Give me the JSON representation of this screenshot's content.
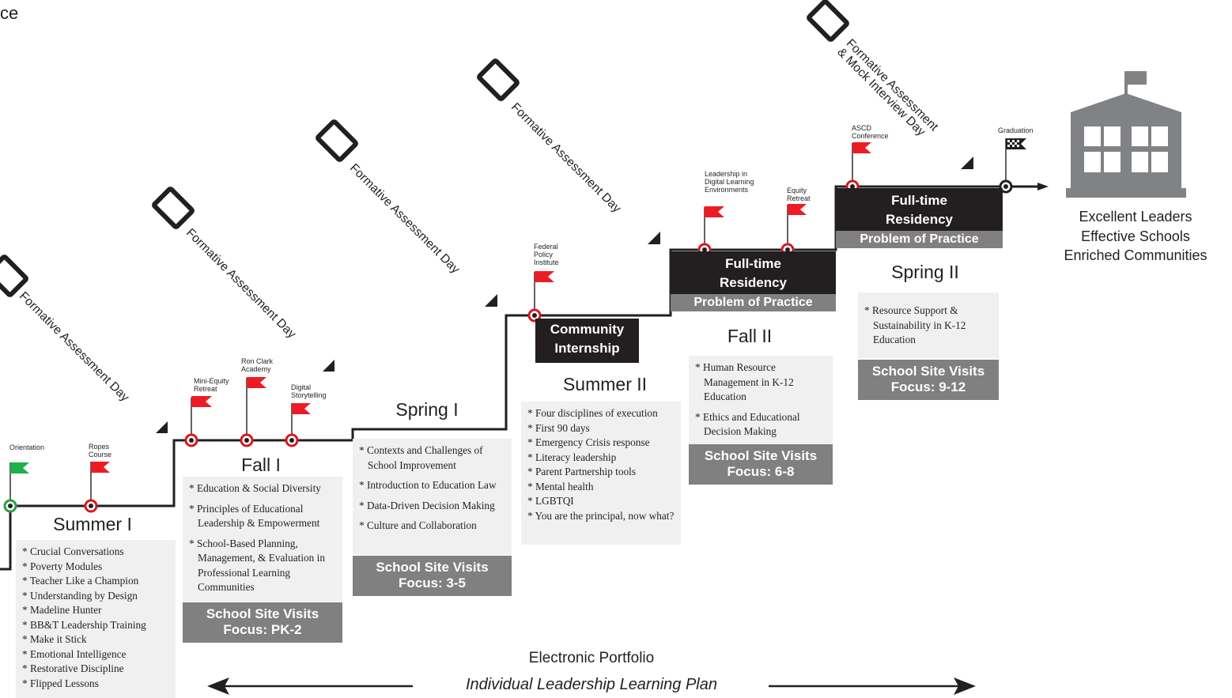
{
  "header_fragment": "ce",
  "assessment_label": "Formative Assessment Day",
  "final_assessment": {
    "line1": "Formative Assessment",
    "line2": "& Mock Interview Day"
  },
  "terms": {
    "summer1": "Summer I",
    "fall1": "Fall I",
    "spring1": "Spring I",
    "summer2": "Summer II",
    "fall2": "Fall II",
    "spring2": "Spring II"
  },
  "milestones": {
    "orientation": "Orientation",
    "ropes": "Ropes Course",
    "mini_equity": "Mini-Equity Retreat",
    "ron_clark": "Ron Clark Academy",
    "digital_story": "Digital Storytelling",
    "federal_policy": "Federal Policy Institute",
    "leadership_digital": "Leadership in Digital Learning Environments",
    "equity_retreat": "Equity Retreat",
    "ascd": "ASCD Conference",
    "graduation": "Graduation"
  },
  "summer1_courses": [
    "Crucial Conversations",
    "Poverty Modules",
    "Teacher Like a Champion",
    "Understanding by Design",
    "Madeline Hunter",
    "BB&T Leadership Training",
    "Make it Stick",
    "Emotional Intelligence",
    "Restorative Discipline",
    "Flipped Lessons"
  ],
  "fall1_courses": [
    "Education & Social Diversity",
    "Principles of Educational Leadership & Empowerment",
    "School-Based Planning, Management, & Evaluation in Professional Learning Communities"
  ],
  "spring1_courses": [
    "Contexts and Challenges of School Improvement",
    "Introduction to Education Law",
    "Data-Driven Decision Making",
    "Culture and Collaboration"
  ],
  "summer2_courses": [
    "Four disciplines of execution",
    "First 90 days",
    "Emergency Crisis response",
    "Literacy leadership",
    "Parent Partnership tools",
    "Mental health",
    "LGBTQI",
    "You are the principal, now what?"
  ],
  "fall2_courses": [
    "Human Resource Management in K-12 Education",
    "Ethics and Educational Decision Making"
  ],
  "spring2_courses": [
    "Resource Support & Sustainability in K-12 Education"
  ],
  "visits": {
    "title": "School Site Visits",
    "pk2": "Focus: PK-2",
    "g35": "Focus: 3-5",
    "g68": "Focus: 6-8",
    "g912": "Focus: 9-12"
  },
  "community_internship": {
    "line1": "Community",
    "line2": "Internship"
  },
  "residency": {
    "line1": "Full-time",
    "line2": "Residency",
    "sub": "Problem of Practice"
  },
  "outcomes": [
    "Excellent Leaders",
    "Effective Schools",
    "Enriched Communities"
  ],
  "portfolio": {
    "title": "Electronic Portfolio",
    "subtitle": "Individual Leadership Learning Plan"
  },
  "colors": {
    "dark": "#231f20",
    "gray": "#808080",
    "light_box": "#f0f0f0",
    "flag_red": "#ed1c24",
    "flag_green": "#1fb04b",
    "node_red": "#d7191f",
    "node_green": "#2e9e45",
    "building": "#808285"
  }
}
